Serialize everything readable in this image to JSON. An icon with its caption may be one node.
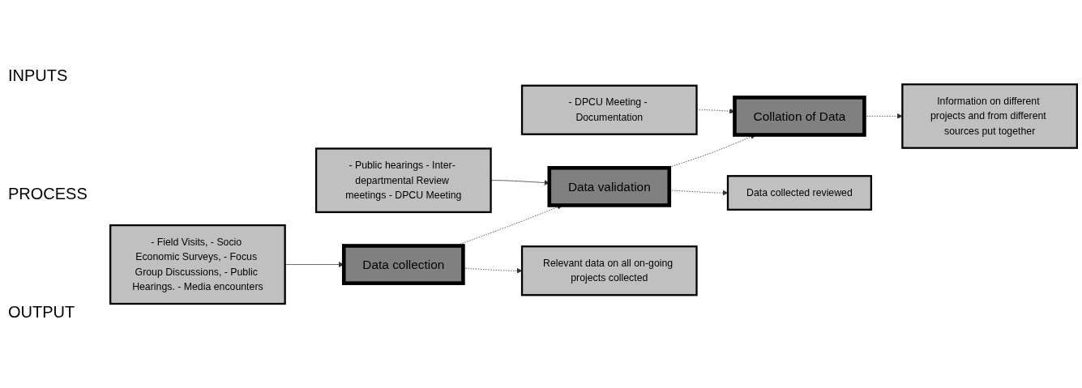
{
  "diagram": {
    "nodes": [
      {
        "text": [
          "- Field Visits, - Socio Economic Surveys, - Focus Group Discussions, - Public Hearings. - Media encounters"
        ]
      },
      {
        "text": [
          "- Public hearings - Inter- departmental Review meetings - DPCU Meeting"
        ]
      },
      {
        "text": [
          "- DPCU Meeting - Documentation"
        ]
      },
      {
        "text": [
          "Data collection"
        ]
      },
      {
        "text": [
          "Data validation"
        ]
      },
      {
        "text": [
          "Collation of Data"
        ]
      },
      {
        "text": [
          "Relevant data on all on-going projects collected"
        ]
      },
      {
        "text": [
          "Data collected reviewed"
        ]
      },
      {
        "text": [
          "Information on different projects and from different sources put together"
        ]
      }
    ],
    "edges": [
      {
        "from": 0,
        "to": 3,
        "arrow": "to"
      },
      {
        "from": 1,
        "to": 4,
        "arrow": "to"
      },
      {
        "from": 2,
        "to": 5,
        "arrow": "to",
        "style": "dashed"
      },
      {
        "from": 3,
        "to": 4,
        "arrow": "to",
        "style": "dashed"
      },
      {
        "from": 4,
        "to": 5,
        "arrow": "to",
        "style": "dashed"
      },
      {
        "from": 3,
        "to": 6,
        "arrow": "to",
        "style": "dashed"
      },
      {
        "from": 4,
        "to": 7,
        "arrow": "to",
        "style": "dashed"
      },
      {
        "from": 5,
        "to": 8,
        "arrow": "to",
        "style": "dashed"
      }
    ],
    "labels": [
      "INPUTS",
      "PROCESS",
      "OUTPUT"
    ]
  }
}
